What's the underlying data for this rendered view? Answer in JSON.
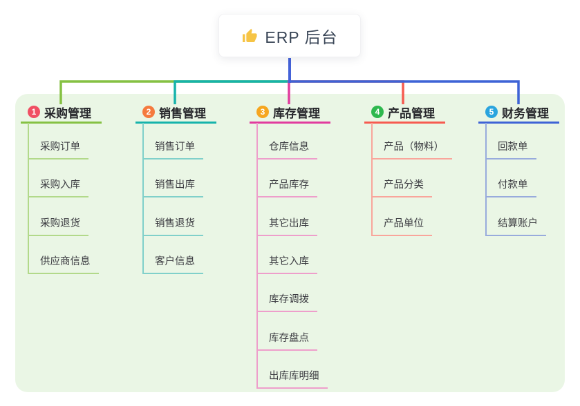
{
  "root": {
    "title": "ERP 后台",
    "icon": "thumbs-up-icon",
    "icon_color": "#f6c445",
    "connector_color": "#4462d8"
  },
  "panel": {
    "background": "#eaf6e5"
  },
  "branches": [
    {
      "index": "1",
      "label": "采购管理",
      "badge_color": "#f04f63",
      "line_color": "#85c143",
      "child_line_color": "#b2d98a",
      "children": [
        "采购订单",
        "采购入库",
        "采购退货",
        "供应商信息"
      ]
    },
    {
      "index": "2",
      "label": "销售管理",
      "badge_color": "#f57a3e",
      "line_color": "#16b3ab",
      "child_line_color": "#80d0ca",
      "children": [
        "销售订单",
        "销售出库",
        "销售退货",
        "客户信息"
      ]
    },
    {
      "index": "3",
      "label": "库存管理",
      "badge_color": "#f6a61f",
      "line_color": "#e13c9e",
      "child_line_color": "#ee9ecb",
      "children": [
        "仓库信息",
        "产品库存",
        "其它出库",
        "其它入库",
        "库存调拨",
        "库存盘点",
        "出库库明细"
      ]
    },
    {
      "index": "4",
      "label": "产品管理",
      "badge_color": "#2eb84e",
      "line_color": "#f65b50",
      "child_line_color": "#f9a59b",
      "children": [
        "产品（物料）",
        "产品分类",
        "产品单位"
      ]
    },
    {
      "index": "5",
      "label": "财务管理",
      "badge_color": "#2aa4de",
      "line_color": "#3e63d6",
      "child_line_color": "#98abdc",
      "children": [
        "回款单",
        "付款单",
        "结算账户"
      ]
    }
  ]
}
